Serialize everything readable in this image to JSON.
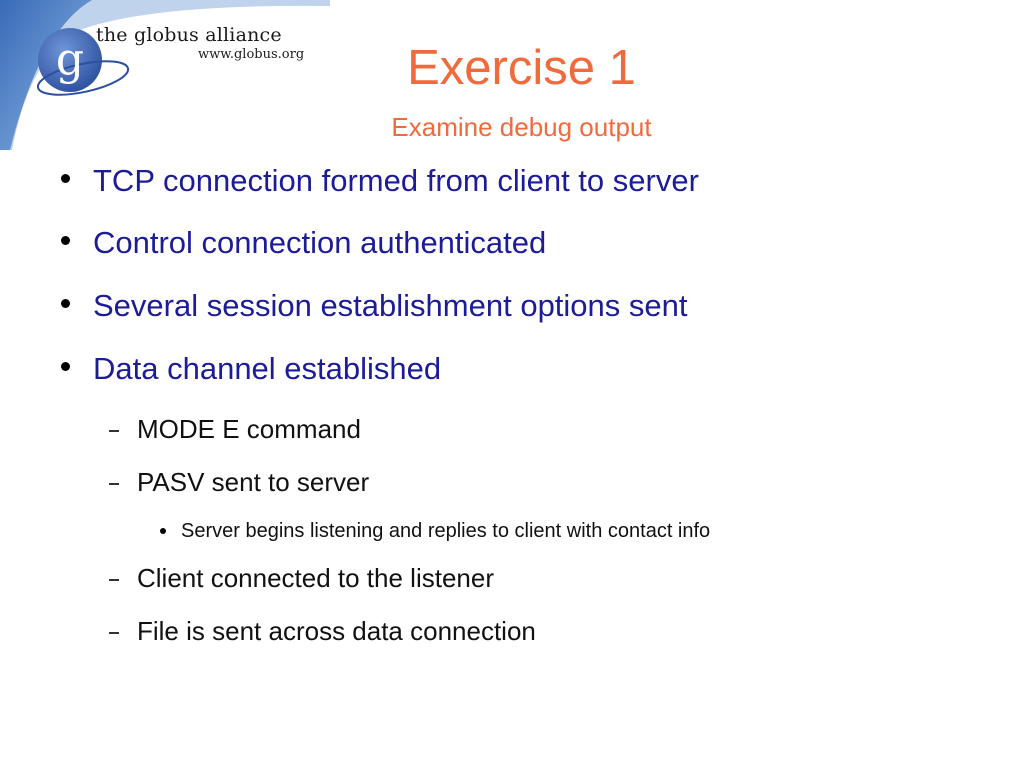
{
  "logo": {
    "brand": "the globus alliance",
    "url": "www.globus.org",
    "mark_letter": "g"
  },
  "slide": {
    "title": "Exercise 1",
    "subtitle": "Examine debug output"
  },
  "bullets": [
    "TCP connection formed from client to server",
    "Control connection authenticated",
    "Several session establishment options sent",
    "Data channel established"
  ],
  "sub_bullets": [
    "MODE E command",
    "PASV sent to server",
    "Client connected to the listener",
    "File is sent across data connection"
  ],
  "sub_sub_bullets": [
    "Server begins listening and replies to client with contact info"
  ],
  "colors": {
    "title": "#f06a3c",
    "level1_text": "#1c1c99",
    "corner_blue": "#3f78c2",
    "logo_blue": "#3a63b5"
  }
}
